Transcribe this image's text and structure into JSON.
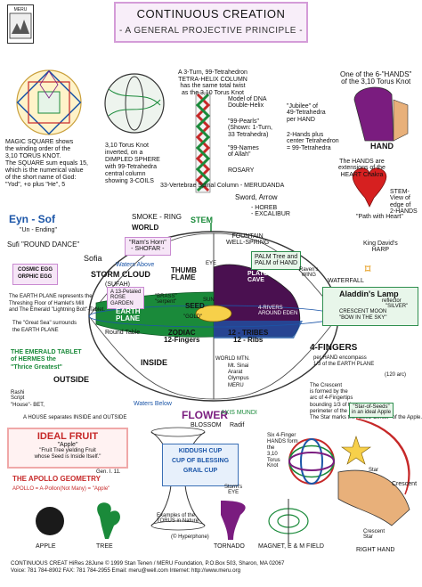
{
  "logo": {
    "text": "MERU"
  },
  "header": {
    "title": "CONTINUOUS CREATION",
    "subtitle": "- A GENERAL PROJECTIVE PRINCIPLE -"
  },
  "top": {
    "magic_square": "MAGIC SQUARE shows\nthe winding order of the\n3,10 TORUS KNOT.\nThe SQUARE sum equals 15,\nwhich is the numerical value\nof the short name of God:\n\"Yod\", +o plus \"He\", 5",
    "torus_knot": "3,10 Torus Knot\ninverted, on a\nDIMPLED SPHERE\nwith 99-Tetrahedra\ncentral column\nshowing 3-COILS",
    "tetra_helix": "A 3-Turn, 99-Tetrahedron\nTETRA-HELIX COLUMN\nhas the same total twist\nas the 3,10 Torus Knot",
    "dna": "Model of DNA\nDouble-Helix",
    "pearls": "\"99-Pearls\"\n(Shown: 1-Turn,\n33 Tetrahedra)",
    "names": "\"99-Names\nof Allah\"",
    "rosary": "ROSARY",
    "jubilee": "\"Jubilee\" of\n49-Tetrahedra\nper HAND",
    "two_hands": "2-Hands plus\ncenter Tetrahedron\n= 99-Tetrahedra",
    "spinal": "33-Vertebrae Spinal Column - MERUDANDA",
    "one_of_six": "One of the 6-\"HANDS\"\nof the 3,10 Torus Knot",
    "hand_label": "HAND",
    "hands_heart": "The HANDS are\nextensions of the\nHEART Chakra",
    "stem_view": "STEM-\nView of\nedge of\n2-HANDS",
    "path_heart": "\"Path with Heart\""
  },
  "left": {
    "eyn_sof": "Eyn - Sof",
    "un_ending": "\"Un - Ending\"",
    "sufi": "Sufi \"ROUND DANCE\"",
    "sofia": "Sofia",
    "cosmic_egg": "COSMIC EGG",
    "orphic_egg": "ORPHIC EGG",
    "storm_cloud": "STORM CLOUD",
    "sufah": "(SUFAH)",
    "earth_plane_note": "The EARTH PLANE represents the\nThreshing Floor of Hamlet's Mill\nand The Emerald \"Lightning Bolt\"-Tablet.",
    "great_sea": "The \"Great Sea\" surrounds\nthe EARTH PLANE",
    "emerald_tablet": "THE EMERALD TABLET\nof HERMES the\n\"Thrice Greatest\"",
    "outside": "OUTSIDE",
    "rashi": "Rashi\nScript",
    "house": "\"House\"- BET,",
    "house_note": "A HOUSE separates INSIDE and OUTSIDE",
    "ideal_fruit": "IDEAL FRUIT",
    "apple_q": "\"Apple\"",
    "fruit_quote": "\"Fruit Tree yielding Fruit\nwhose Seed is Inside Itself.\"",
    "gen": "Gen. I. 11.",
    "apollo": "THE APOLLO GEOMETRY",
    "apollo_sub": "APOLLO = A-Pollon(Not Many) = \"Apple\""
  },
  "center": {
    "smoke_ring": "SMOKE - RING",
    "world": "WORLD",
    "stem": "STEM",
    "sword": "Sword, Arrow",
    "horeb": "- HOREB\n- EXCALIBUR",
    "rams_horn": "\"Ram's Horn\"\n- SHOFAR -",
    "fountain": "FOUNTAIN\nWELL-SPRING",
    "waters_above": "Waters Above",
    "eye": "EYE",
    "thumb_flame": "THUMB\nFLAME",
    "rose_garden": "A 13-Petaled\nROSE\nGARDEN",
    "brass": "\"BRASS\"\n\"serpent\"",
    "platos_cave": "PLATO'S\nCAVE",
    "earth_plane": "EARTH\nPLANE",
    "seed": "SEED",
    "sun": "SUN",
    "gold": "\"GOLD\"",
    "four_rivers": "4-RIVERS\nAROUND EDEN",
    "round_table": "Round Table",
    "zodiac": "ZODIAC\n12-Fingers",
    "tribes": "12 - TRIBES\n12 - Ribs",
    "inside": "INSIDE",
    "world_mtn": "WORLD MTN.",
    "mtns": "Mt. Sinai\nArarat\nOlympus\nMERU",
    "waters_below": "Waters Below",
    "flower": "FLOWER",
    "blossom": "BLOSSOM",
    "axis_mundi": "AXIS MUNDI",
    "radif": "Radif",
    "palm_tree": "PALM Tree and\nPALM of HAND",
    "ravens_wing": "Raven's\nWING",
    "waterfall": "WATERFALL",
    "kiddush": "KIDDUSH CUP",
    "blessing": "CUP OF BLESSING",
    "grail": "GRAIL CUP"
  },
  "right": {
    "king_david": "King David's\nHARP",
    "aladdin": "Aladdin's Lamp",
    "reflector": "reflector",
    "silver": "\"SILVER\"",
    "crescent_moon": "CRESCENT MOON\n\"BOW IN THE SKY\"",
    "four_fingers": "4-FINGERS",
    "fingers_note": "per HAND encompass\n1/3 of the EARTH PLANE",
    "deg": "(120 arc)",
    "crescent_note": "The Crescent\nis formed by the\narc of 4-Fingertips\nbounding 1/3 of the\nperimeter of the EARTH PLANE.\nThe Star marks the \"Seed-Center\" of the Apple.",
    "star_seed": "\"Star-of-Seeds\"\nin an ideal Apple",
    "star": "Star",
    "crescent": "Crescent",
    "six_four": "Six 4-Finger\nHANDS form\nthe\n3,10\nTorus\nKnot",
    "crescent_star": "Crescent\nStar",
    "right_hand": "RIGHT HAND"
  },
  "bottom": {
    "apple": "APPLE",
    "tree": "TREE",
    "examples": "Examples of the\nTORUS in Nature",
    "hyperboloid": "(© Hyperphone)",
    "storms_eye": "Storm's\nEYE",
    "tornado": "TORNADO",
    "magnet": "MAGNET, E & M FIELD"
  },
  "footer": {
    "line1": "CONTINUOUS CREAT HiRes 28June © 1999 Stan Tenen / MERU Foundation, P.O.Box 503, Sharon, MA 02067",
    "line2": "Voice: 781 784-8902    FAX: 781 784-2955    Email: meru@well.com    Internet: http://www.meru.org"
  },
  "colors": {
    "green": "#1a8a3a",
    "blue": "#1c56a8",
    "red": "#c62828",
    "purple": "#7a1c7f",
    "pink": "#d49cd8"
  }
}
